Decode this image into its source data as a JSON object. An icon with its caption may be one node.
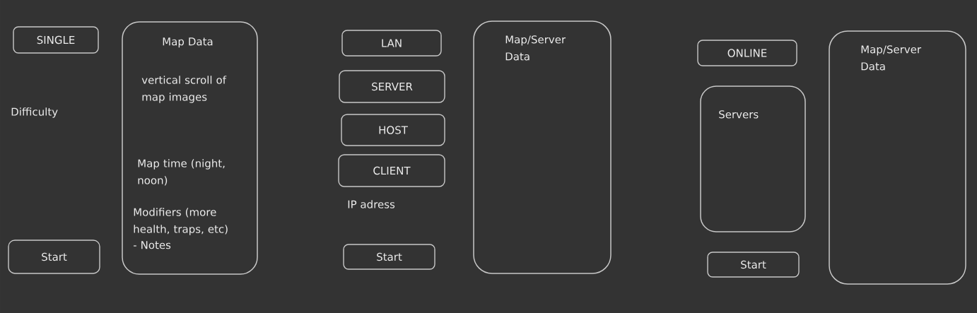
{
  "diagram": {
    "nodes": [
      {
        "text": [
          "SINGLE"
        ]
      },
      {
        "text": [
          "Start"
        ]
      },
      {
        "text": [
          "Map Data",
          "vertical scroll of map images",
          "Map time (night, noon)",
          "Modifiers (more health, traps, etc)",
          "- Notes"
        ]
      },
      {
        "text": [
          "LAN"
        ]
      },
      {
        "text": [
          "SERVER"
        ]
      },
      {
        "text": [
          "HOST"
        ]
      },
      {
        "text": [
          "CLIENT"
        ]
      },
      {
        "text": [
          "Start"
        ]
      },
      {
        "text": [
          "Map/Server Data"
        ]
      },
      {
        "text": [
          "ONLINE"
        ]
      },
      {
        "text": [
          "Servers"
        ]
      },
      {
        "text": [
          "Start"
        ]
      },
      {
        "text": [
          "Map/Server Data"
        ]
      }
    ],
    "labels": [
      "Difficulty",
      "IP adress"
    ]
  }
}
